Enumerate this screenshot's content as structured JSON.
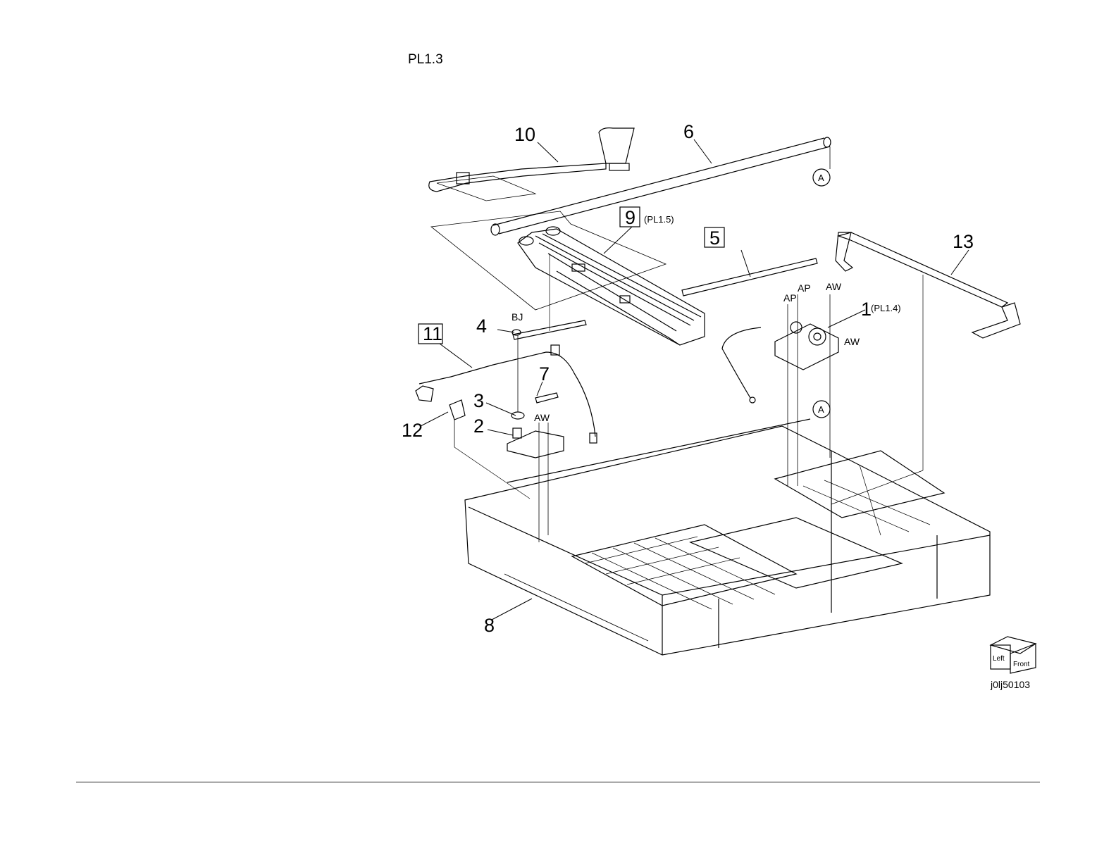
{
  "page": {
    "id": "PL1.3",
    "figure_id": "j0lj50103"
  },
  "callouts": {
    "c1": "1",
    "c1_ref": "(PL1.4)",
    "c2": "2",
    "c3": "3",
    "c4": "4",
    "c5": "5",
    "c6": "6",
    "c7": "7",
    "c8": "8",
    "c9": "9",
    "c9_ref": "(PL1.5)",
    "c10": "10",
    "c11": "11",
    "c12": "12",
    "c13": "13"
  },
  "fastener_tags": {
    "bj": "BJ",
    "ap1": "AP",
    "ap2": "AP",
    "aw1": "AW",
    "aw2": "AW",
    "aw3": "AW"
  },
  "connector_markers": {
    "a_top": "A",
    "a_bottom": "A"
  },
  "orientation_cube": {
    "left": "Left",
    "front": "Front"
  }
}
